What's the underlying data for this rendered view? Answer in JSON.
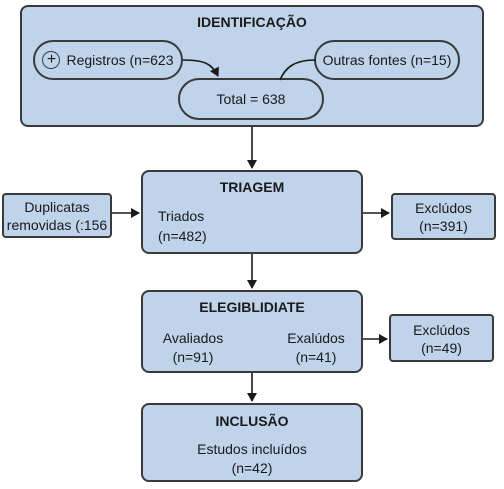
{
  "identification": {
    "title": "IDENTIFICAÇÃO",
    "records": "Registros (n=623",
    "other_sources": "Outras fontes (n=15)",
    "total": "Total = 638"
  },
  "screening": {
    "title": "TRIAGEM",
    "screened_label": "Triados",
    "screened_n": "(n=482)"
  },
  "duplicates": {
    "line1": "Duplicatas",
    "line2": "removidas (:156"
  },
  "excluded_screening": {
    "label": "Exclúdos",
    "n": "(n=391)"
  },
  "eligibility": {
    "title": "ELEGIBLIDIATE",
    "assessed_label": "Avaliados",
    "assessed_n": "(n=91)",
    "excluded_label": "Exalúdos",
    "excluded_n": "(n=41)"
  },
  "excluded_eligibility": {
    "label": "Exclúdos",
    "n": "(n=49)"
  },
  "inclusion": {
    "title": "INCLUSÃO",
    "label": "Estudos incluídos",
    "n": "(n=42)"
  },
  "colors": {
    "box_fill": "#bfd3ea",
    "border": "#3a3a3a"
  }
}
